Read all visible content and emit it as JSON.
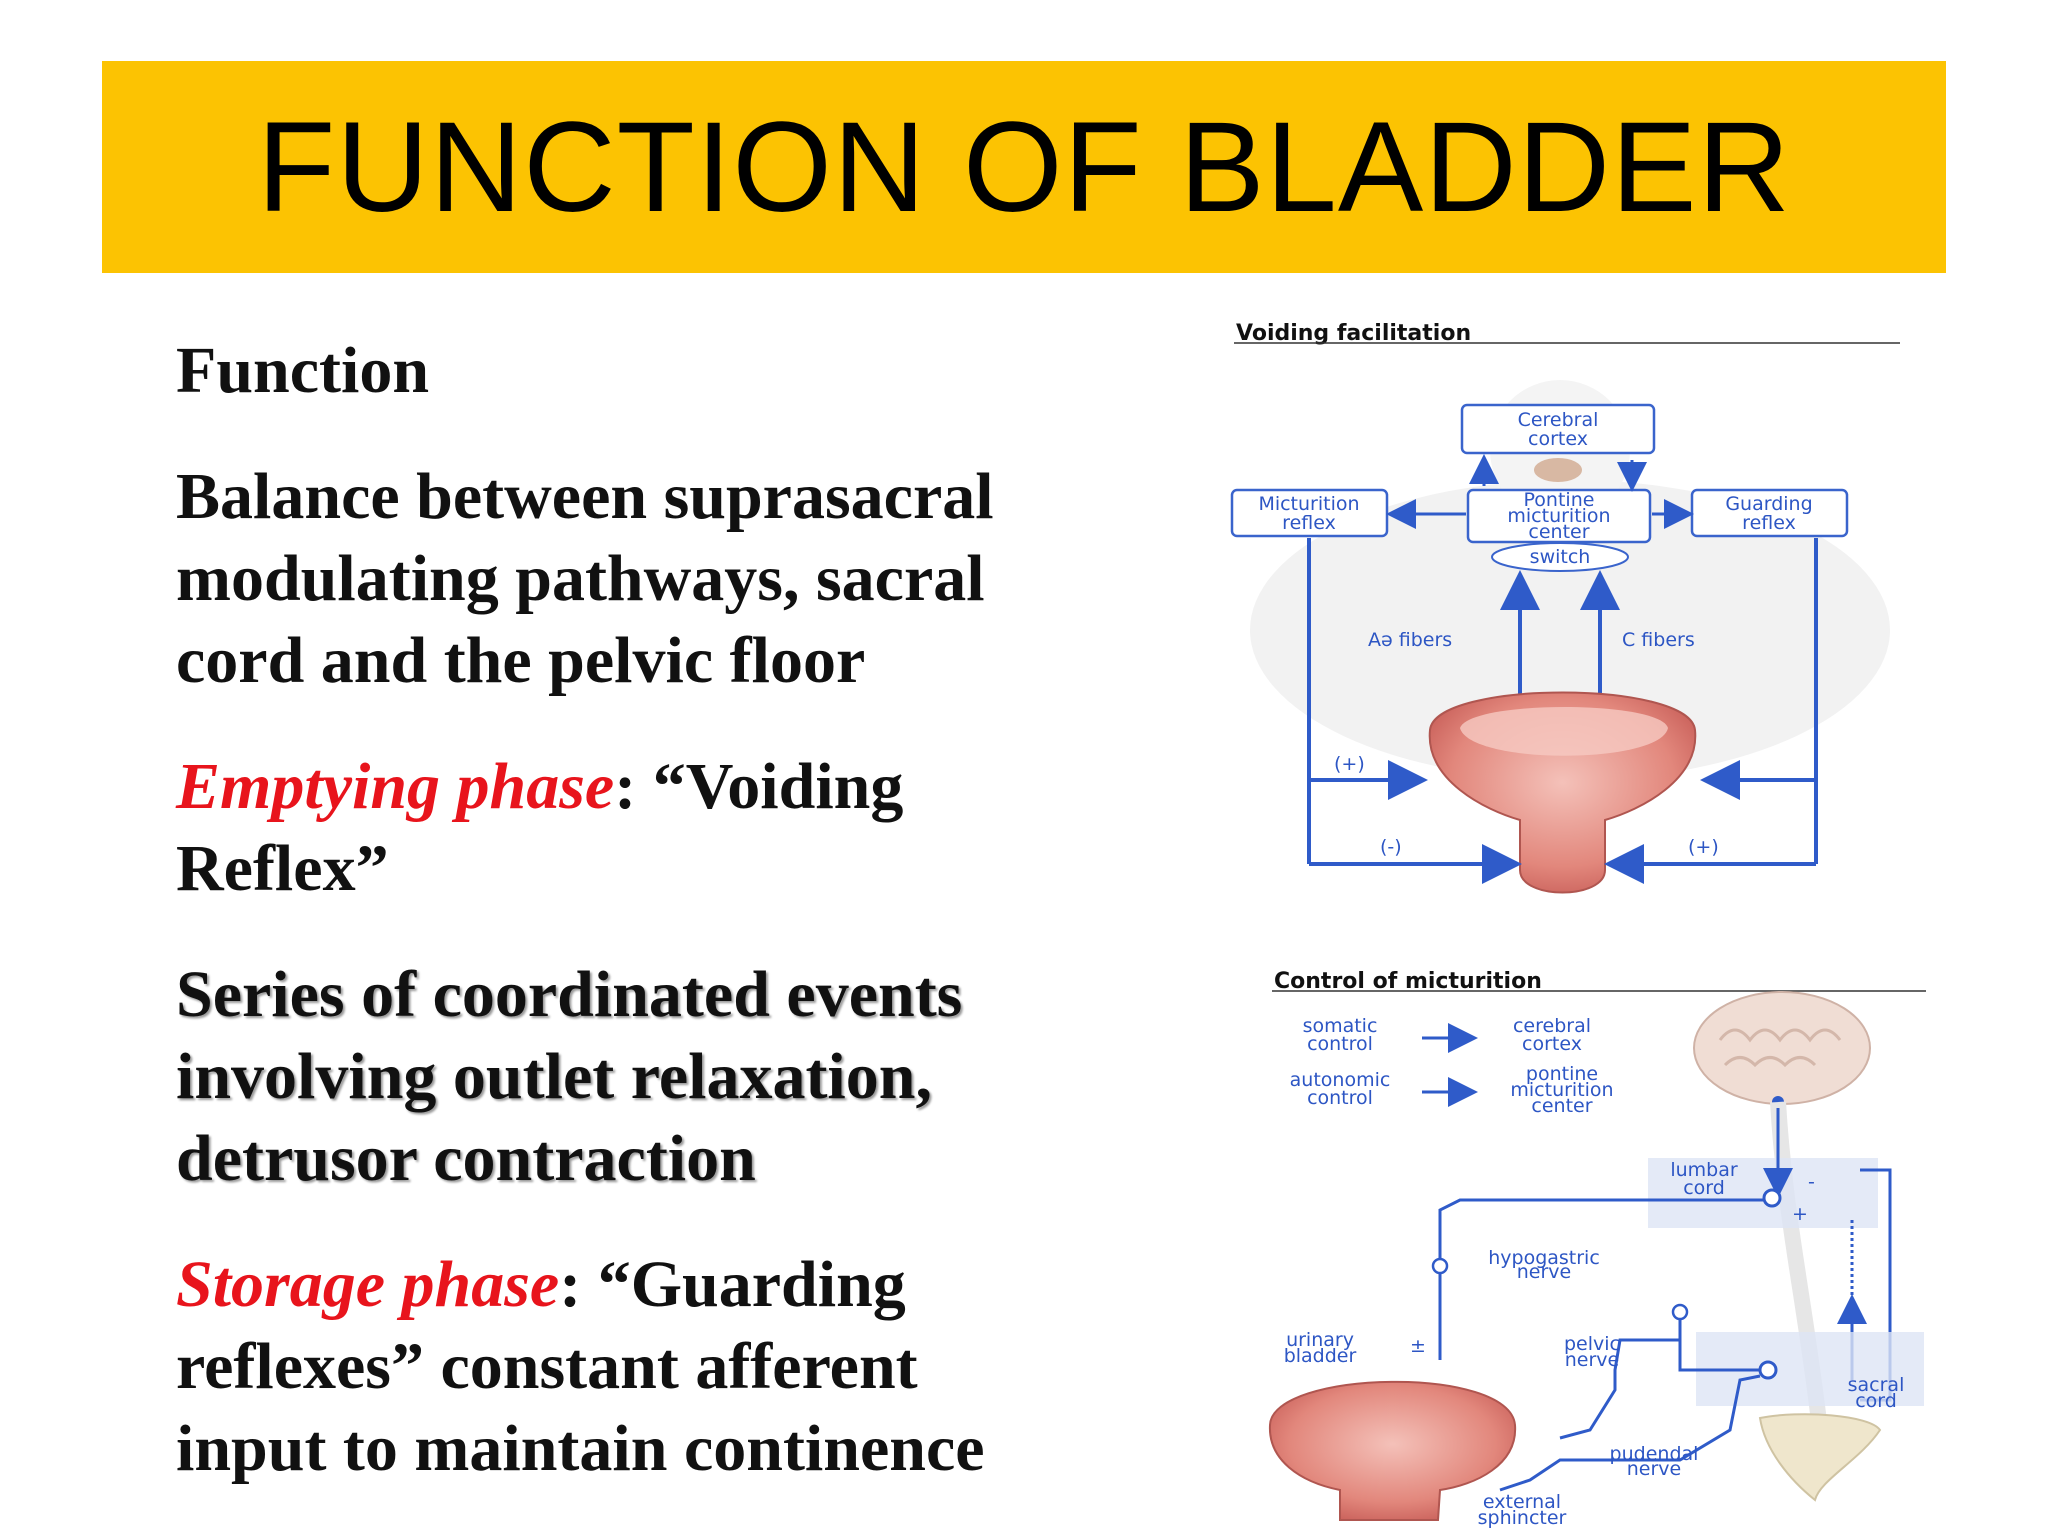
{
  "title": "FUNCTION OF BLADDER",
  "text": {
    "heading": "Function",
    "balance": "Balance between suprasacral modulating pathways, sacral cord and the pelvic floor",
    "emptying_label": "Emptying phase",
    "emptying_rest": ": “Voiding Reflex”",
    "series": "Series of coordinated events involving outlet  relaxation, detrusor contraction",
    "storage_label": "Storage phase",
    "storage_rest": ": “Guarding reflexes” constant afferent input to maintain continence"
  },
  "diagram1": {
    "heading": "Voiding facilitation",
    "cortex": [
      "Cerebral",
      "cortex"
    ],
    "micturition_reflex": [
      "Micturition",
      "reflex"
    ],
    "pmc": [
      "Pontine",
      "micturition",
      "center"
    ],
    "guarding": [
      "Guarding",
      "reflex"
    ],
    "switch": "switch",
    "a_fibers": "Aə fibers",
    "c_fibers": "C fibers",
    "plus_left": "(+)",
    "minus": "(-)",
    "plus_right": "(+)"
  },
  "diagram2": {
    "heading": "Control of micturition",
    "somatic": [
      "somatic",
      "control"
    ],
    "cerebral": [
      "cerebral",
      "cortex"
    ],
    "autonomic": [
      "autonomic",
      "control"
    ],
    "pmc": [
      "pontine",
      "micturition",
      "center"
    ],
    "lumbar": [
      "lumbar",
      "cord"
    ],
    "hypogastric": [
      "hypogastric",
      "nerve"
    ],
    "urinary": [
      "urinary",
      "bladder"
    ],
    "pm": "±",
    "pelvic": [
      "pelvic",
      "nerve"
    ],
    "sacral": [
      "sacral",
      "cord"
    ],
    "pudendal": [
      "pudendal",
      "nerve"
    ],
    "external": [
      "external",
      "sphincter"
    ],
    "minus": "-",
    "plus": "+"
  },
  "colors": {
    "title_bar": "#fcc302",
    "emphasis_red": "#e8141c",
    "diagram_blue": "#2f5bc9"
  }
}
